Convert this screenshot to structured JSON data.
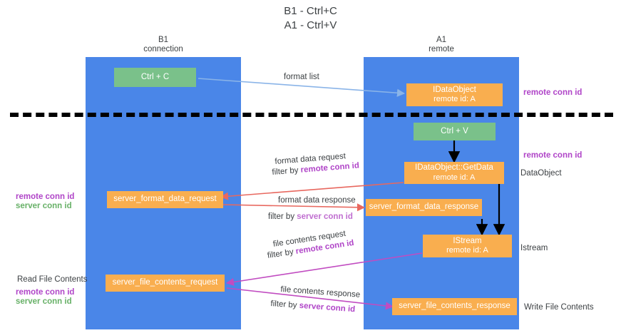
{
  "title": {
    "line1": "B1 - Ctrl+C",
    "line2": "A1 - Ctrl+V"
  },
  "lanes": [
    {
      "id": "b1",
      "name": "B1",
      "role": "connection",
      "header": "B1\nconnection"
    },
    {
      "id": "a1",
      "name": "A1",
      "role": "remote",
      "header": "A1\nremote"
    }
  ],
  "divider": {
    "style": "dashed",
    "color": "#000000"
  },
  "nodes": [
    {
      "id": "ctrl-c",
      "lane": "b1",
      "kind": "key",
      "line1": "Ctrl + C",
      "line2": ""
    },
    {
      "id": "idataobject",
      "lane": "a1",
      "kind": "api",
      "line1": "IDataObject",
      "line2": "remote id: A"
    },
    {
      "id": "ctrl-v",
      "lane": "a1",
      "kind": "key",
      "line1": "Ctrl + V",
      "line2": ""
    },
    {
      "id": "idataobject-getdata",
      "lane": "a1",
      "kind": "api",
      "line1": "IDataObject::GetData",
      "line2": "remote id: A"
    },
    {
      "id": "server-format-data-request",
      "lane": "b1",
      "kind": "message",
      "line1": "server_format_data_request",
      "line2": ""
    },
    {
      "id": "server-format-data-response",
      "lane": "a1",
      "kind": "message",
      "line1": "server_format_data_response",
      "line2": ""
    },
    {
      "id": "istream",
      "lane": "a1",
      "kind": "api",
      "line1": "IStream",
      "line2": "remote id: A"
    },
    {
      "id": "server-file-contents-request",
      "lane": "b1",
      "kind": "message",
      "line1": "server_file_contents_request",
      "line2": ""
    },
    {
      "id": "server-file-contents-response",
      "lane": "a1",
      "kind": "message",
      "line1": "server_file_contents_response",
      "line2": ""
    }
  ],
  "edges": [
    {
      "id": "format-list",
      "label": "format list",
      "filter_prefix": "",
      "filter_key": "",
      "color": "#8ab4e8"
    },
    {
      "id": "getdata-call",
      "label": "",
      "filter_prefix": "",
      "filter_key": "",
      "color": "#000000"
    },
    {
      "id": "format-data-request",
      "label": "format data request",
      "filter_prefix": "filter by",
      "filter_key": "remote conn id",
      "color": "#e8685f"
    },
    {
      "id": "format-data-response",
      "label": "format data response",
      "filter_prefix": "filter by",
      "filter_key": "server conn id",
      "color": "#e8685f"
    },
    {
      "id": "getdata-to-istream",
      "label": "",
      "filter_prefix": "",
      "filter_key": "",
      "color": "#000000"
    },
    {
      "id": "file-contents-request",
      "label": "file contents request",
      "filter_prefix": "filter by",
      "filter_key": "remote conn id",
      "color": "#c14cc1"
    },
    {
      "id": "file-contents-response",
      "label": "file contents response",
      "filter_prefix": "filter by",
      "filter_key": "server conn id",
      "color": "#c14cc1"
    }
  ],
  "annotations": {
    "right_top_conn": "remote conn id",
    "right_mid_conn": "remote conn id",
    "right_dataobject": "DataObject",
    "right_istream": "Istream",
    "right_write_file": "Write File Contents",
    "left_read_file": "Read File Contents",
    "left_remote_conn_1": "remote conn id",
    "left_server_conn_1": "server conn id",
    "left_remote_conn_2": "remote conn id",
    "left_server_conn_2": "server conn id"
  },
  "edge_labels": {
    "format_list": "format list",
    "format_data_request": "format data request",
    "format_data_request_filter_prefix": "filter by ",
    "format_data_request_filter_key": "remote conn id",
    "format_data_response": "format data response",
    "format_data_response_filter_prefix": "filter by ",
    "format_data_response_filter_key": "server conn id",
    "file_contents_request": "file contents request",
    "file_contents_request_filter_prefix": "filter by ",
    "file_contents_request_filter_key": "remote conn id",
    "file_contents_response": "file contents response",
    "file_contents_response_filter_prefix": "filter by ",
    "file_contents_response_filter_key": "server conn id"
  },
  "colors": {
    "lane": "#4a86e8",
    "key_box": "#7ac18a",
    "api_box": "#f9ae4f",
    "arrow_blue": "#8ab4e8",
    "arrow_red": "#e8685f",
    "arrow_magenta": "#c14cc1",
    "arrow_black": "#000000",
    "accent_purple": "#b045c8",
    "accent_green": "#68b168",
    "text": "#3c4043",
    "background": "#ffffff"
  }
}
